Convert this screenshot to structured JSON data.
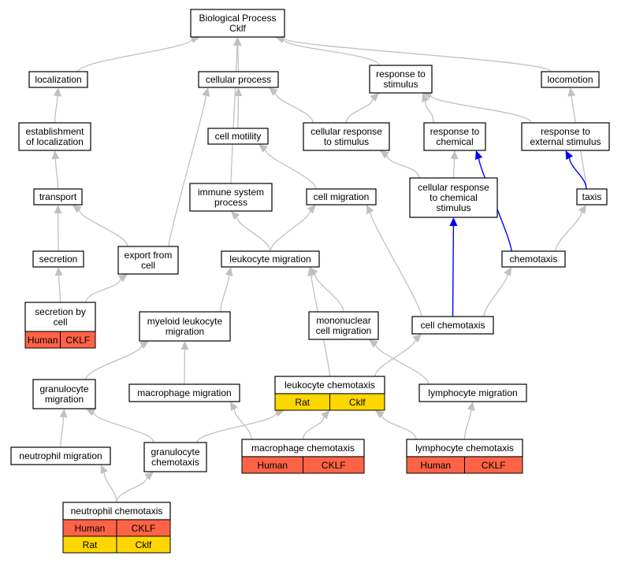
{
  "colors": {
    "human": "#ff6347",
    "rat": "#ffd700",
    "edge": "#c0c0c0",
    "highlight_edge": "#0000ff"
  },
  "nodes": {
    "bp": {
      "lines": [
        "Biological Process",
        "Cklf"
      ]
    },
    "localization": {
      "lines": [
        "localization"
      ]
    },
    "cellular_process": {
      "lines": [
        "cellular process"
      ]
    },
    "response_to_stimulus": {
      "lines": [
        "response to",
        "stimulus"
      ]
    },
    "locomotion": {
      "lines": [
        "locomotion"
      ]
    },
    "establishment_of_localization": {
      "lines": [
        "establishment",
        "of localization"
      ]
    },
    "cell_motility": {
      "lines": [
        "cell motility"
      ]
    },
    "cellular_response_to_stimulus": {
      "lines": [
        "cellular response",
        "to stimulus"
      ]
    },
    "response_to_chemical": {
      "lines": [
        "response to",
        "chemical"
      ]
    },
    "response_to_external_stimulus": {
      "lines": [
        "response to",
        "external stimulus"
      ]
    },
    "transport": {
      "lines": [
        "transport"
      ]
    },
    "immune_system_process": {
      "lines": [
        "immune system",
        "process"
      ]
    },
    "cell_migration": {
      "lines": [
        "cell migration"
      ]
    },
    "cellular_response_to_chemical_stimulus": {
      "lines": [
        "cellular response",
        "to chemical",
        "stimulus"
      ]
    },
    "taxis": {
      "lines": [
        "taxis"
      ]
    },
    "secretion": {
      "lines": [
        "secretion"
      ]
    },
    "export_from_cell": {
      "lines": [
        "export from",
        "cell"
      ]
    },
    "leukocyte_migration": {
      "lines": [
        "leukocyte migration"
      ]
    },
    "chemotaxis": {
      "lines": [
        "chemotaxis"
      ]
    },
    "secretion_by_cell": {
      "lines": [
        "secretion by",
        "cell"
      ],
      "annotations": [
        [
          "Human",
          "CKLF"
        ]
      ]
    },
    "myeloid_leukocyte_migration": {
      "lines": [
        "myeloid leukocyte",
        "migration"
      ]
    },
    "mononuclear_cell_migration": {
      "lines": [
        "mononuclear",
        "cell migration"
      ]
    },
    "cell_chemotaxis": {
      "lines": [
        "cell chemotaxis"
      ]
    },
    "granulocyte_migration": {
      "lines": [
        "granulocyte",
        "migration"
      ]
    },
    "macrophage_migration": {
      "lines": [
        "macrophage migration"
      ]
    },
    "leukocyte_chemotaxis": {
      "lines": [
        "leukocyte chemotaxis"
      ],
      "annotations": [
        [
          "Rat",
          "Cklf"
        ]
      ]
    },
    "lymphocyte_migration": {
      "lines": [
        "lymphocyte migration"
      ]
    },
    "neutrophil_migration": {
      "lines": [
        "neutrophil migration"
      ]
    },
    "granulocyte_chemotaxis": {
      "lines": [
        "granulocyte",
        "chemotaxis"
      ]
    },
    "macrophage_chemotaxis": {
      "lines": [
        "macrophage chemotaxis"
      ],
      "annotations": [
        [
          "Human",
          "CKLF"
        ]
      ]
    },
    "lymphocyte_chemotaxis": {
      "lines": [
        "lymphocyte chemotaxis"
      ],
      "annotations": [
        [
          "Human",
          "CKLF"
        ]
      ]
    },
    "neutrophil_chemotaxis": {
      "lines": [
        "neutrophil chemotaxis"
      ],
      "annotations": [
        [
          "Human",
          "CKLF"
        ],
        [
          "Rat",
          "Cklf"
        ]
      ]
    }
  },
  "edges": [
    {
      "from": "localization",
      "to": "bp"
    },
    {
      "from": "cellular_process",
      "to": "bp"
    },
    {
      "from": "response_to_stimulus",
      "to": "bp"
    },
    {
      "from": "locomotion",
      "to": "bp"
    },
    {
      "from": "immune_system_process",
      "to": "bp"
    },
    {
      "from": "establishment_of_localization",
      "to": "localization"
    },
    {
      "from": "cell_motility",
      "to": "cellular_process"
    },
    {
      "from": "cellular_response_to_stimulus",
      "to": "cellular_process"
    },
    {
      "from": "export_from_cell",
      "to": "cellular_process"
    },
    {
      "from": "cellular_response_to_stimulus",
      "to": "response_to_stimulus"
    },
    {
      "from": "response_to_chemical",
      "to": "response_to_stimulus"
    },
    {
      "from": "response_to_external_stimulus",
      "to": "response_to_stimulus"
    },
    {
      "from": "taxis",
      "to": "locomotion"
    },
    {
      "from": "transport",
      "to": "establishment_of_localization"
    },
    {
      "from": "cell_migration",
      "to": "cell_motility"
    },
    {
      "from": "cellular_response_to_chemical_stimulus",
      "to": "cellular_response_to_stimulus"
    },
    {
      "from": "cellular_response_to_chemical_stimulus",
      "to": "response_to_chemical"
    },
    {
      "from": "chemotaxis",
      "to": "response_to_chemical",
      "highlight": true
    },
    {
      "from": "taxis",
      "to": "response_to_external_stimulus",
      "highlight": true
    },
    {
      "from": "secretion",
      "to": "transport"
    },
    {
      "from": "export_from_cell",
      "to": "transport"
    },
    {
      "from": "leukocyte_migration",
      "to": "immune_system_process"
    },
    {
      "from": "leukocyte_migration",
      "to": "cell_migration"
    },
    {
      "from": "cell_chemotaxis",
      "to": "cell_migration"
    },
    {
      "from": "cell_chemotaxis",
      "to": "cellular_response_to_chemical_stimulus",
      "highlight": true
    },
    {
      "from": "chemotaxis",
      "to": "taxis"
    },
    {
      "from": "secretion_by_cell",
      "to": "secretion"
    },
    {
      "from": "secretion_by_cell",
      "to": "export_from_cell"
    },
    {
      "from": "myeloid_leukocyte_migration",
      "to": "leukocyte_migration"
    },
    {
      "from": "mononuclear_cell_migration",
      "to": "leukocyte_migration"
    },
    {
      "from": "leukocyte_chemotaxis",
      "to": "leukocyte_migration"
    },
    {
      "from": "cell_chemotaxis",
      "to": "chemotaxis"
    },
    {
      "from": "leukocyte_chemotaxis",
      "to": "cell_chemotaxis"
    },
    {
      "from": "granulocyte_migration",
      "to": "myeloid_leukocyte_migration"
    },
    {
      "from": "macrophage_migration",
      "to": "myeloid_leukocyte_migration"
    },
    {
      "from": "lymphocyte_migration",
      "to": "mononuclear_cell_migration"
    },
    {
      "from": "neutrophil_migration",
      "to": "granulocyte_migration"
    },
    {
      "from": "granulocyte_chemotaxis",
      "to": "granulocyte_migration"
    },
    {
      "from": "macrophage_chemotaxis",
      "to": "macrophage_migration"
    },
    {
      "from": "granulocyte_chemotaxis",
      "to": "leukocyte_chemotaxis"
    },
    {
      "from": "macrophage_chemotaxis",
      "to": "leukocyte_chemotaxis"
    },
    {
      "from": "lymphocyte_chemotaxis",
      "to": "leukocyte_chemotaxis"
    },
    {
      "from": "lymphocyte_chemotaxis",
      "to": "lymphocyte_migration"
    },
    {
      "from": "neutrophil_chemotaxis",
      "to": "neutrophil_migration"
    },
    {
      "from": "neutrophil_chemotaxis",
      "to": "granulocyte_chemotaxis"
    }
  ]
}
